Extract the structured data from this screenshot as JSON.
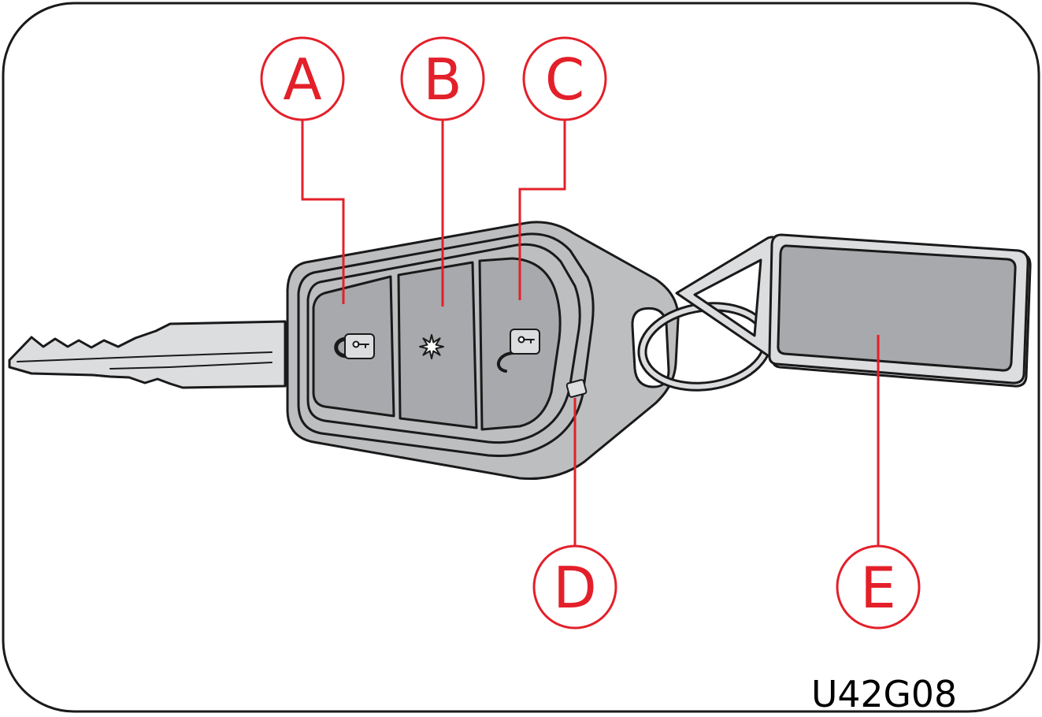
{
  "callouts": {
    "a": "A",
    "b": "B",
    "c": "C",
    "d": "D",
    "e": "E"
  },
  "figure_code": "U42G08",
  "icons": {
    "button_a": "lock-icon",
    "button_b": "star-icon",
    "button_c": "unlock-icon"
  },
  "colors": {
    "callout_red": "#e3202a",
    "outline": "#1a1a1a",
    "fob_body": "#bcbec0",
    "button_gray": "#a7a9ac",
    "light_gray": "#dcdddf"
  }
}
